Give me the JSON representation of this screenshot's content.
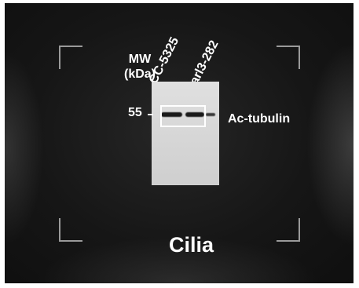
{
  "figure": {
    "mw_label_line1": "MW",
    "mw_label_line2": "(kDa)",
    "lanes": [
      "CC-5325",
      "arl3-282"
    ],
    "marker": "55",
    "band_label": "Ac-tubulin",
    "panel_label": "Cilia"
  }
}
